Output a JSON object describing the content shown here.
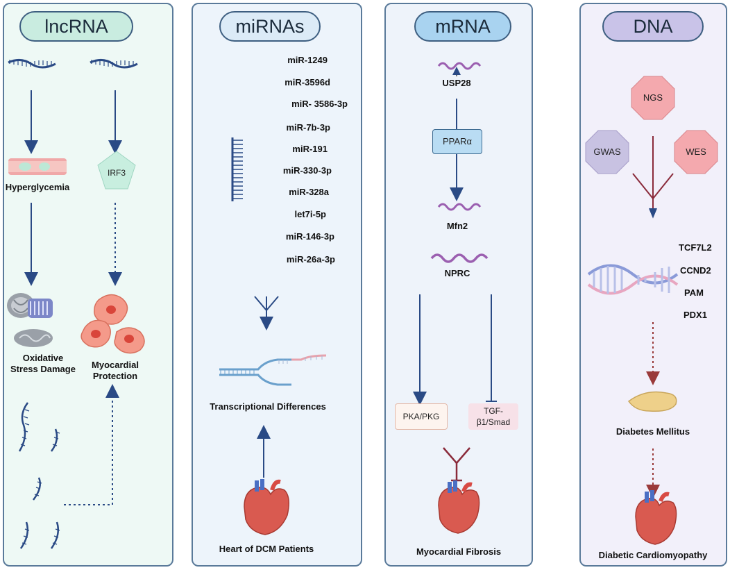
{
  "panels": {
    "lncrna": {
      "title": "lncRNA",
      "hyperglycemia": "Hyperglycemia",
      "irf3": "IRF3",
      "oxidative": "Oxidative\nStress Damage",
      "myocardial_protection": "Myocardial\nProtection"
    },
    "mirnas": {
      "title": "miRNAs",
      "list": [
        "miR-1249",
        "miR-3596d",
        "miR- 3586-3p",
        "miR-7b-3p",
        "miR-191",
        "miR-330-3p",
        "miR-328a",
        "let7i-5p",
        "miR-146-3p",
        "miR-26a-3p"
      ],
      "transcriptional": "Transcriptional Differences",
      "heart": "Heart of DCM Patients"
    },
    "mrna": {
      "title": "mRNA",
      "usp28": "USP28",
      "ppara": "PPARα",
      "mfn2": "Mfn2",
      "nprc": "NPRC",
      "pka": "PKA/PKG",
      "tgf": "TGF-\nβ1/Smad",
      "fibrosis": "Myocardial Fibrosis"
    },
    "dna": {
      "title": "DNA",
      "ngs": "NGS",
      "gwas": "GWAS",
      "wes": "WES",
      "genes": [
        "TCF7L2",
        "CCND2",
        "PAM",
        "PDX1"
      ],
      "diabetes": "Diabetes Mellitus",
      "cardiomyopathy": "Diabetic Cardiomyopathy"
    }
  },
  "colors": {
    "lncrna_bg": "#eef9f5",
    "mirnas_bg": "#edf4fb",
    "mrna_bg": "#eef3fa",
    "dna_bg": "#f2f0fa",
    "arrow": "#2a4a85",
    "dotted_red": "#9a3a3a"
  }
}
